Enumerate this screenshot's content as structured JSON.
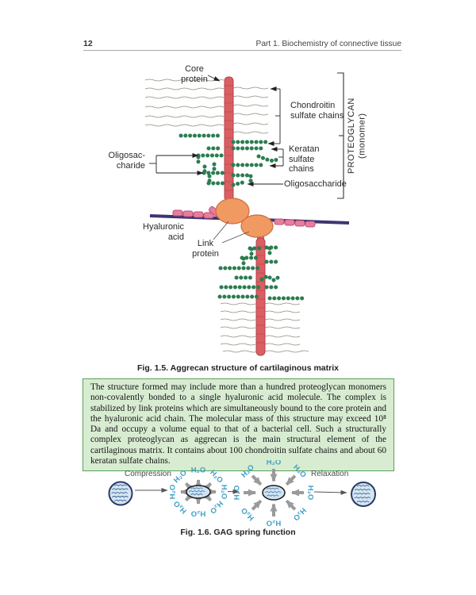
{
  "page": {
    "number": "12",
    "header": "Part 1. Biochemistry of connective tissue"
  },
  "fig15": {
    "caption": "Fig. 1.5. Aggrecan structure of cartilaginous matrix",
    "labels": {
      "core_protein": "Core protein",
      "chondroitin": "Chondroitin sulfate chains",
      "keratan": "Keratan sulfate chains",
      "oligosaccharide_left": "Oligosac- charide",
      "oligosaccharide": "Oligosaccharide",
      "proteoglycan": "PROTEOGLYCAN",
      "monomer": "(monomer)",
      "hyaluronic_acid": "Hyaluronic acid",
      "link_protein": "Link protein"
    }
  },
  "infobox": {
    "text": "The structure formed may include more than a hundred proteoglycan monomers non-covalently bonded to a single hyaluronic acid molecule. The complex is stabilized by link proteins which are simultaneously bound to the core protein and the hyaluronic acid chain. The molecular mass of this structure may exceed 10⁸ Da and occupy a volume equal to that of a bacterial cell. Such a structurally complex proteoglycan as aggrecan is the main structural element of the cartilaginous matrix. It contains about 100 chondroitin sulfate chains and about 60 keratan sulfate chains."
  },
  "fig16": {
    "caption": "Fig. 1.6. GAG spring function",
    "compression_label": "Compression",
    "relaxation_label": "Relaxation",
    "water_label": "H₂O"
  },
  "colors": {
    "core_protein_red": "#d95f63",
    "core_protein_edge": "#b84048",
    "bead_green": "#2c7d50",
    "hyaluronic_line": "#3f3472",
    "pink_segment": "#e87e9e",
    "pink_segment_edge": "#bb4f74",
    "link_protein_orange": "#f09a62",
    "link_protein_edge": "#cf6a3c",
    "gag_line_gray": "#8d8d80",
    "infobox_bg": "#d8ecd2",
    "infobox_border": "#55a257",
    "water_text": "#3f9fc4",
    "arrow_gray": "#9a9a9a",
    "cell_fill": "#d4e6f2",
    "cell_edge": "#2a3a66"
  }
}
